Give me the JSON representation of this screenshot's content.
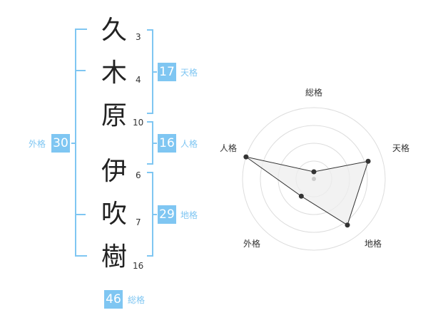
{
  "name": {
    "surname": [
      {
        "char": "久",
        "strokes": "3"
      },
      {
        "char": "木",
        "strokes": "4"
      },
      {
        "char": "原",
        "strokes": "10"
      }
    ],
    "given": [
      {
        "char": "伊",
        "strokes": "6"
      },
      {
        "char": "吹",
        "strokes": "7"
      },
      {
        "char": "樹",
        "strokes": "16"
      }
    ]
  },
  "fortunes": {
    "tenkaku": {
      "label": "天格",
      "value": "17"
    },
    "jinkaku": {
      "label": "人格",
      "value": "16"
    },
    "chikaku": {
      "label": "地格",
      "value": "29"
    },
    "gaikaku": {
      "label": "外格",
      "value": "30"
    },
    "soukaku": {
      "label": "総格",
      "value": "46"
    }
  },
  "colors": {
    "accent": "#7fc6f2",
    "radar_fill": "#eeeeee",
    "radar_stroke": "#333333",
    "rings": "#dddddd"
  },
  "chart_data": {
    "type": "radar",
    "axes": [
      "総格",
      "天格",
      "地格",
      "外格",
      "人格"
    ],
    "values": [
      0.1,
      0.8,
      0.8,
      0.3,
      1.0
    ],
    "max": 1.0,
    "rings": 4
  }
}
